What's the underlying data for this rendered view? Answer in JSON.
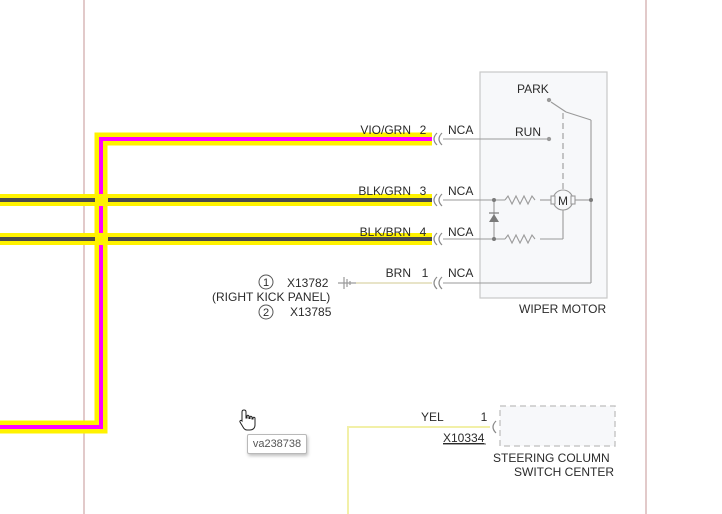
{
  "colors": {
    "highlight_yellow": "#fff200",
    "highlight_magenta": "#ff00ff",
    "wire_dark": "#4a4a4a",
    "wire_light": "#9a9a9a",
    "wire_yellow": "#f2f0a8",
    "border_pink": "#d9b8b8",
    "component_border": "#c8c8c8",
    "component_fill": "#f7f8fa"
  },
  "wires": [
    {
      "color_code": "VIO/GRN",
      "pin": "2",
      "status": "NCA",
      "highlight": "magenta"
    },
    {
      "color_code": "BLK/GRN",
      "pin": "3",
      "status": "NCA",
      "highlight": "yellow"
    },
    {
      "color_code": "BLK/BRN",
      "pin": "4",
      "status": "NCA",
      "highlight": "yellow"
    },
    {
      "color_code": "BRN",
      "pin": "1",
      "status": "NCA",
      "highlight": "none"
    }
  ],
  "wiper_motor": {
    "name": "WIPER MOTOR",
    "park_label": "PARK",
    "run_label": "RUN",
    "motor_symbol": "M"
  },
  "ground": {
    "ref1_marker": "1",
    "ref1_id": "X13782",
    "ref1_location": "(RIGHT KICK PANEL)",
    "ref2_marker": "2",
    "ref2_id": "X13785"
  },
  "steering_switch": {
    "wire_color": "YEL",
    "pin": "1",
    "connector": "X10334",
    "name_line1": "STEERING COLUMN",
    "name_line2": "SWITCH CENTER"
  },
  "cursor_icon": "hand-pointer-icon",
  "tooltip_text": "va238738"
}
